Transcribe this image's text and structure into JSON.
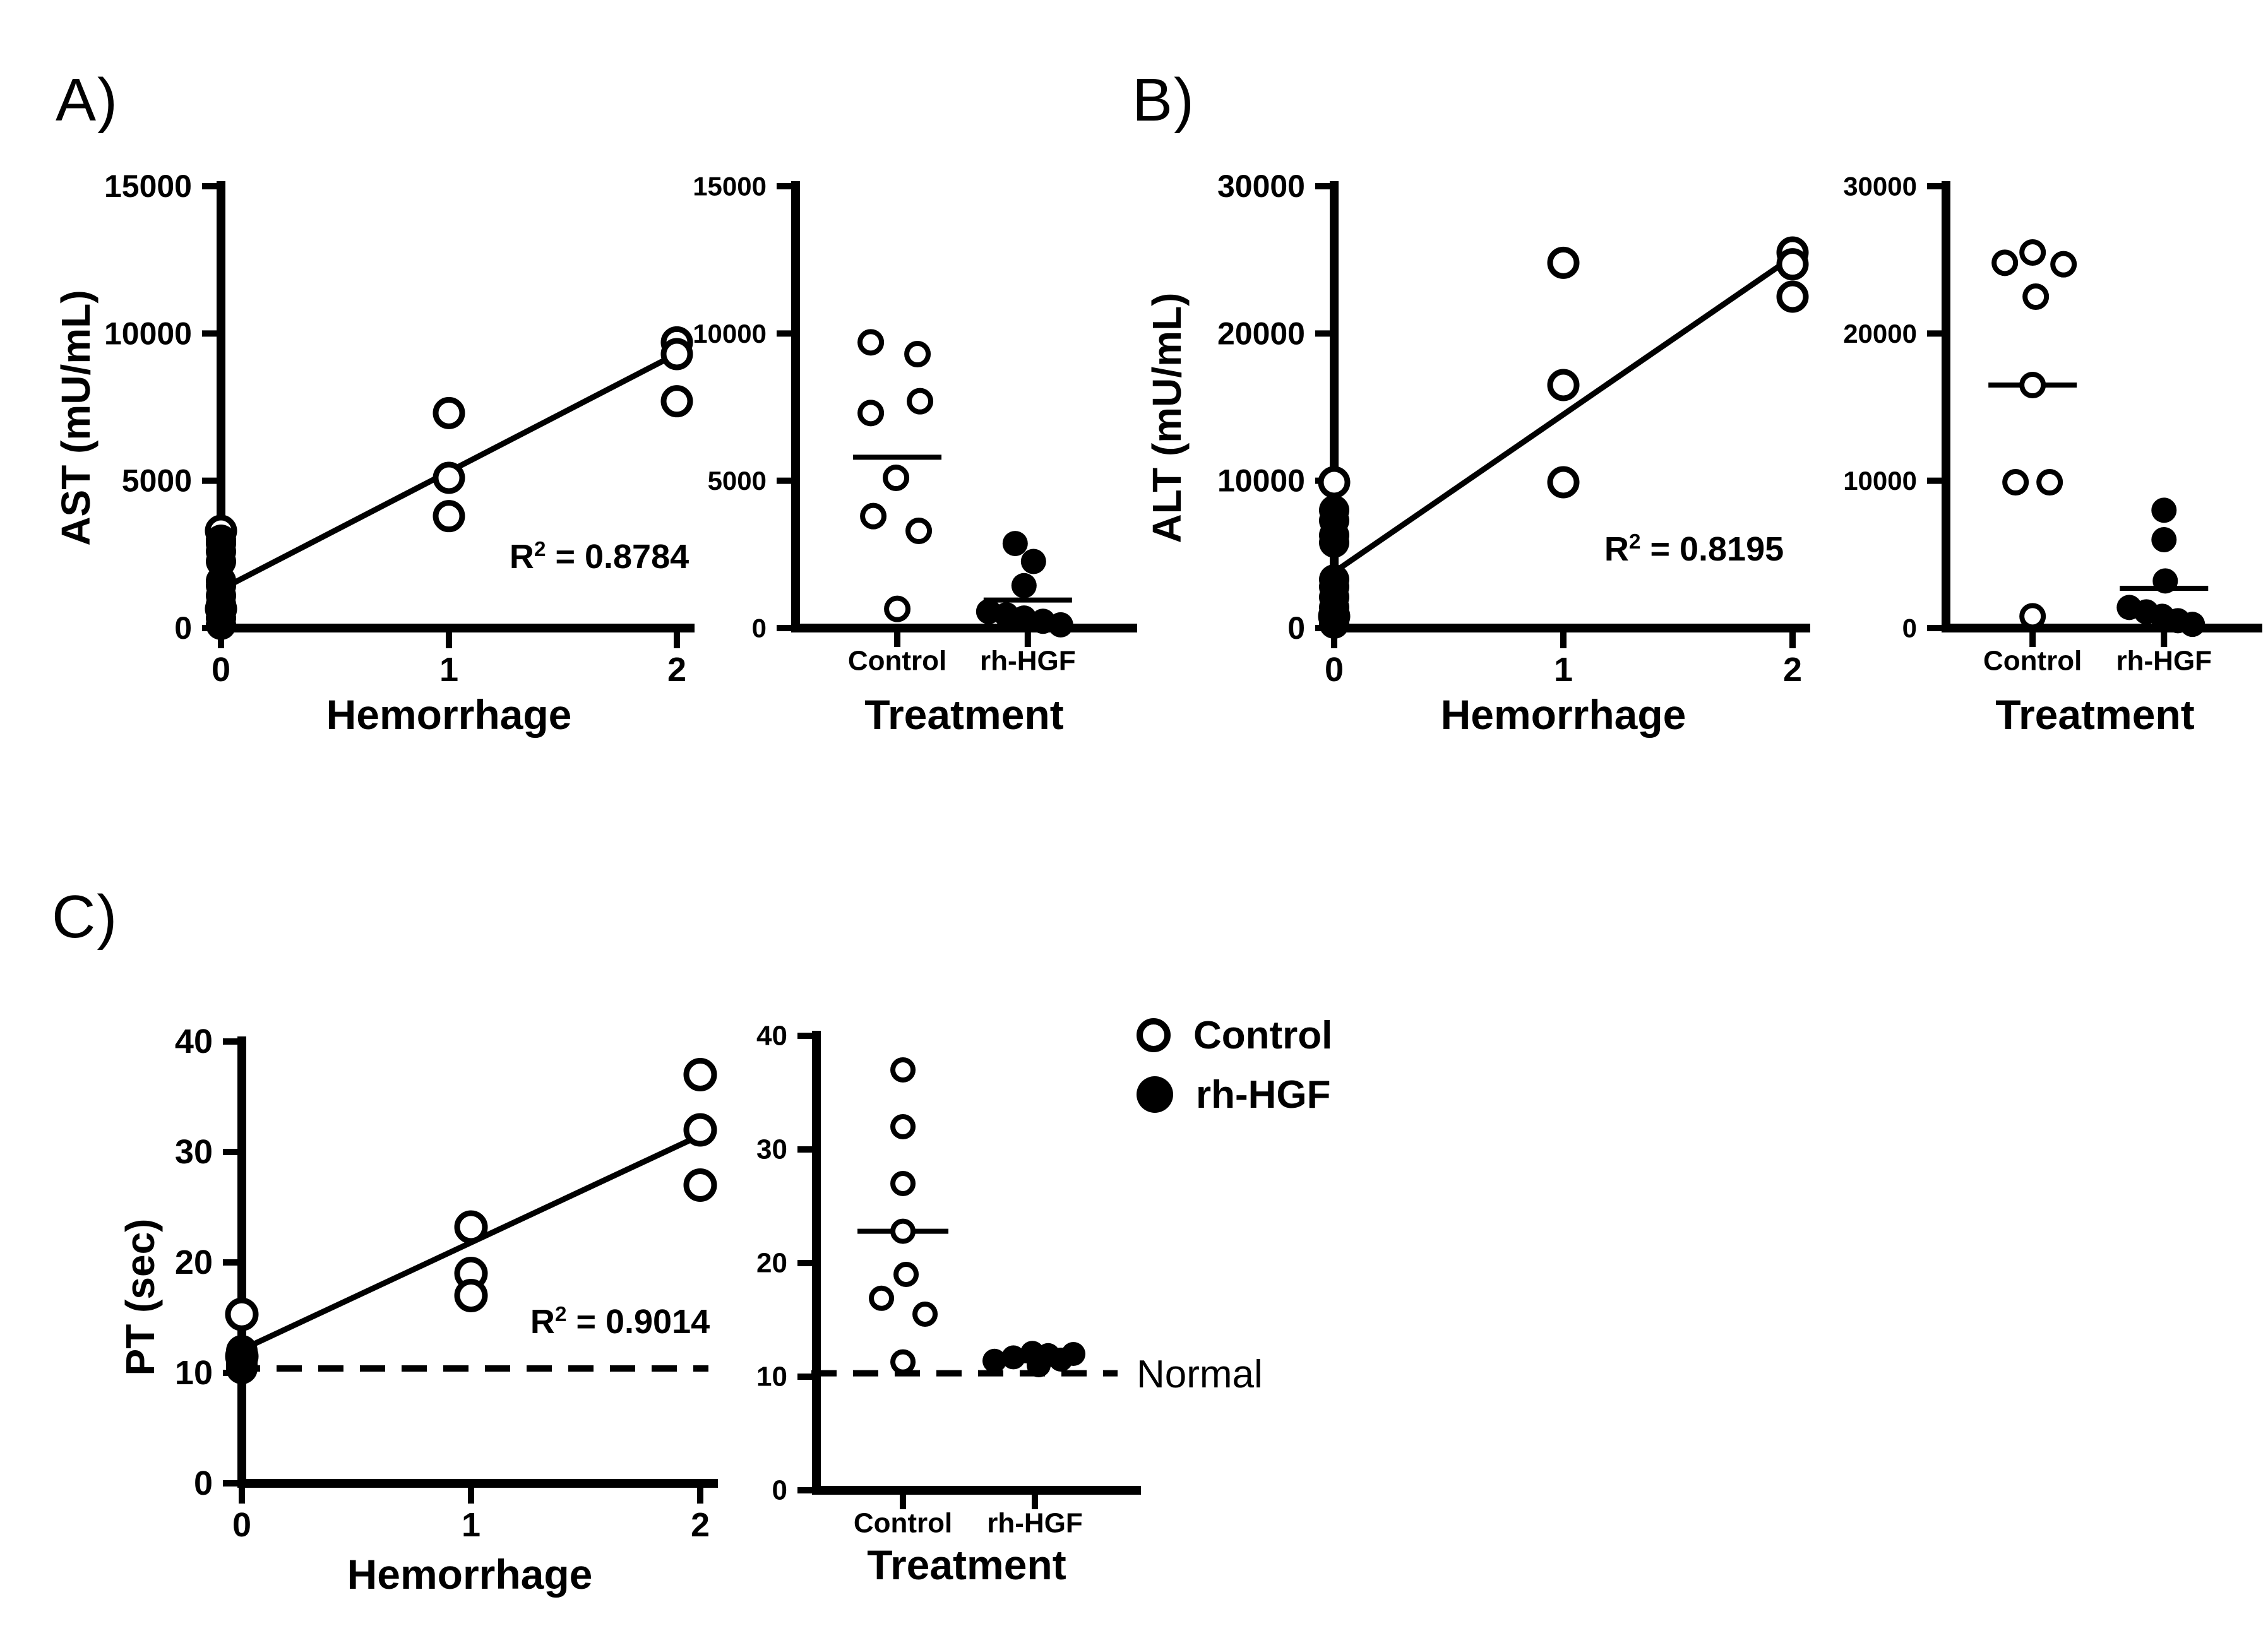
{
  "figure": {
    "panels": [
      {
        "letter": "A)"
      },
      {
        "letter": "B)"
      },
      {
        "letter": "C)"
      }
    ],
    "legend": [
      {
        "label": "Control",
        "filled": false
      },
      {
        "label": "rh-HGF",
        "filled": true
      }
    ],
    "normal_label": "Normal",
    "colors": {
      "ink": "#000000",
      "paper": "#ffffff"
    }
  },
  "chart_data": [
    {
      "id": "ast-regression",
      "type": "scatter",
      "ylabel": "AST (mU/mL)",
      "xlabel": "Hemorrhage",
      "ylim": [
        0,
        15000
      ],
      "yticks": [
        0,
        5000,
        10000,
        15000
      ],
      "xticks": [
        0,
        1,
        2
      ],
      "xmax": 2,
      "open_series": "Control",
      "filled_series": "rh-HGF",
      "r2": {
        "base": "R",
        "sup": "2",
        "rest": " = 0.8784"
      },
      "line": [
        [
          0,
          1310
        ],
        [
          2,
          9310
        ]
      ],
      "open": [
        [
          0,
          3300
        ],
        [
          0,
          650
        ],
        [
          1,
          7300
        ],
        [
          1,
          5100
        ],
        [
          1,
          3800
        ],
        [
          2,
          9700
        ],
        [
          2,
          9300
        ],
        [
          2,
          7700
        ]
      ],
      "filled": [
        [
          0,
          3000
        ],
        [
          0,
          2870
        ],
        [
          0,
          2600
        ],
        [
          0,
          2260
        ],
        [
          0,
          1600
        ],
        [
          0,
          1440
        ],
        [
          0,
          1100
        ],
        [
          0,
          800
        ],
        [
          0,
          560
        ],
        [
          0,
          340
        ],
        [
          0,
          110
        ]
      ]
    },
    {
      "id": "ast-treatment",
      "type": "category-scatter",
      "xlabel": "Treatment",
      "ylim": [
        0,
        15000
      ],
      "yticks": [
        0,
        5000,
        10000,
        15000
      ],
      "categories": [
        "Control",
        "rh-HGF"
      ],
      "groups": [
        {
          "cat": 0,
          "name": "Control",
          "filled": false,
          "median": 5800,
          "points": [
            [
              -42,
              9700
            ],
            [
              32,
              9300
            ],
            [
              36,
              7700
            ],
            [
              -42,
              7300
            ],
            [
              -2,
              5100
            ],
            [
              -38,
              3800
            ],
            [
              34,
              3300
            ],
            [
              0,
              650
            ]
          ]
        },
        {
          "cat": 1,
          "name": "rh-HGF",
          "filled": true,
          "median": 950,
          "points": [
            [
              -20,
              2870
            ],
            [
              9,
              2260
            ],
            [
              -6,
              1440
            ],
            [
              -62,
              560
            ],
            [
              -34,
              450
            ],
            [
              -6,
              340
            ],
            [
              24,
              230
            ],
            [
              52,
              110
            ]
          ]
        }
      ]
    },
    {
      "id": "alt-regression",
      "type": "scatter",
      "ylabel": "ALT (mU/mL)",
      "xlabel": "Hemorrhage",
      "ylim": [
        0,
        30000
      ],
      "yticks": [
        0,
        10000,
        20000,
        30000
      ],
      "xticks": [
        0,
        1,
        2
      ],
      "xmax": 2,
      "open_series": "Control",
      "filled_series": "rh-HGF",
      "r2": {
        "base": "R",
        "sup": "2",
        "rest": " = 0.8195"
      },
      "line": [
        [
          0,
          3800
        ],
        [
          2,
          25200
        ]
      ],
      "open": [
        [
          0,
          9900
        ],
        [
          0,
          800
        ],
        [
          1,
          24800
        ],
        [
          1,
          16500
        ],
        [
          1,
          9900
        ],
        [
          2,
          25500
        ],
        [
          2,
          24700
        ],
        [
          2,
          22500
        ]
      ],
      "filled": [
        [
          0,
          8000
        ],
        [
          0,
          7300
        ],
        [
          0,
          6300
        ],
        [
          0,
          5800
        ],
        [
          0,
          3300
        ],
        [
          0,
          2800
        ],
        [
          0,
          2100
        ],
        [
          0,
          1400
        ],
        [
          0,
          1000
        ],
        [
          0,
          600
        ],
        [
          0,
          300
        ]
      ]
    },
    {
      "id": "alt-treatment",
      "type": "category-scatter",
      "xlabel": "Treatment",
      "ylim": [
        0,
        30000
      ],
      "yticks": [
        0,
        10000,
        20000,
        30000
      ],
      "categories": [
        "Control",
        "rh-HGF"
      ],
      "groups": [
        {
          "cat": 0,
          "name": "Control",
          "filled": false,
          "median": 16500,
          "points": [
            [
              -44,
              24800
            ],
            [
              0,
              25500
            ],
            [
              49,
              24700
            ],
            [
              5,
              22500
            ],
            [
              0,
              16500
            ],
            [
              -27,
              9900
            ],
            [
              27,
              9900
            ],
            [
              0,
              800
            ]
          ]
        },
        {
          "cat": 1,
          "name": "rh-HGF",
          "filled": true,
          "median": 2700,
          "points": [
            [
              0,
              8000
            ],
            [
              0,
              6000
            ],
            [
              2,
              3200
            ],
            [
              -55,
              1400
            ],
            [
              -28,
              1100
            ],
            [
              -3,
              800
            ],
            [
              22,
              500
            ],
            [
              45,
              250
            ]
          ]
        }
      ]
    },
    {
      "id": "pt-regression",
      "type": "scatter",
      "ylabel": "PT (sec)",
      "xlabel": "Hemorrhage",
      "ylim": [
        0,
        40
      ],
      "yticks": [
        0,
        10,
        20,
        30,
        40
      ],
      "xticks": [
        0,
        1,
        2
      ],
      "xmax": 2,
      "open_series": "Control",
      "filled_series": "rh-HGF",
      "r2": {
        "base": "R",
        "sup": "2",
        "rest": " = 0.9014"
      },
      "line": [
        [
          0,
          12.1
        ],
        [
          2,
          31.5
        ]
      ],
      "dashed_y": 10.4,
      "dashed_label": "Normal",
      "open": [
        [
          0,
          15.3
        ],
        [
          0,
          11.5
        ],
        [
          1,
          23.2
        ],
        [
          1,
          19
        ],
        [
          1,
          17
        ],
        [
          2,
          37
        ],
        [
          2,
          32
        ],
        [
          2,
          27
        ]
      ],
      "filled": [
        [
          0,
          12
        ],
        [
          0,
          11.6
        ],
        [
          0,
          11.3
        ],
        [
          0,
          11
        ],
        [
          0,
          10.7
        ],
        [
          0,
          10.4
        ]
      ]
    },
    {
      "id": "pt-treatment",
      "type": "category-scatter",
      "xlabel": "Treatment",
      "ylim": [
        0,
        40
      ],
      "yticks": [
        0,
        10,
        20,
        30,
        40
      ],
      "categories": [
        "Control",
        "rh-HGF"
      ],
      "dashed_y": 10.3,
      "dashed_label": "Normal",
      "groups": [
        {
          "cat": 0,
          "name": "Control",
          "filled": false,
          "median": 22.8,
          "points": [
            [
              0,
              37
            ],
            [
              0,
              32
            ],
            [
              0,
              27
            ],
            [
              0,
              22.8
            ],
            [
              5,
              19
            ],
            [
              -34,
              16.9
            ],
            [
              35,
              15.5
            ],
            [
              0,
              11.3
            ]
          ]
        },
        {
          "cat": 1,
          "name": "rh-HGF",
          "filled": true,
          "median": 11.4,
          "points": [
            [
              -64,
              11.4
            ],
            [
              -34,
              11.7
            ],
            [
              -4,
              12.1
            ],
            [
              21,
              11.9
            ],
            [
              41,
              11.5
            ],
            [
              61,
              12
            ],
            [
              6,
              11
            ]
          ]
        }
      ]
    }
  ]
}
